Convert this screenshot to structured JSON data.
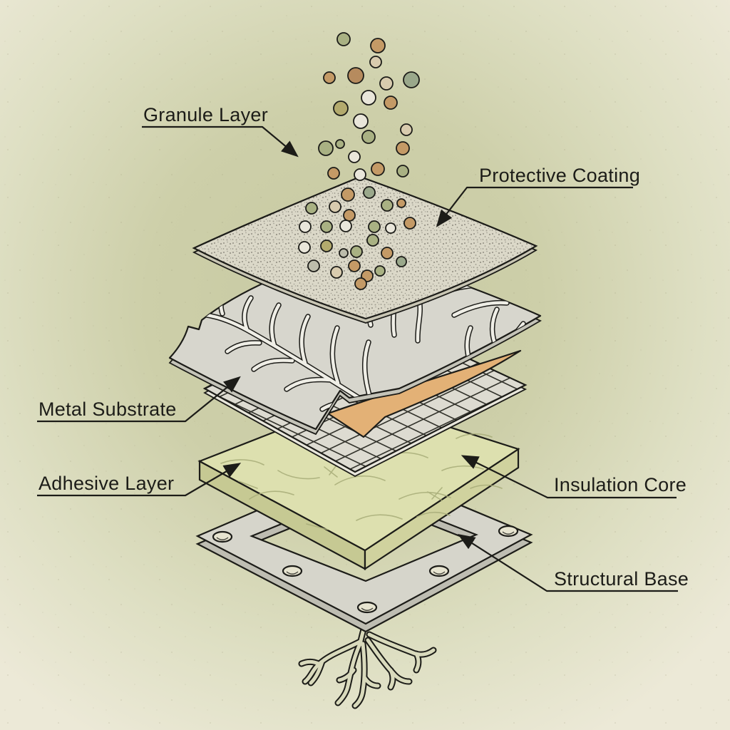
{
  "title": "Layered material exploded diagram",
  "labels": {
    "granule": {
      "text": "Granule Layer"
    },
    "protective": {
      "text": "Protective Coating"
    },
    "metal": {
      "text": "Metal Substrate"
    },
    "adhesive": {
      "text": "Adhesive Layer"
    },
    "insulation": {
      "text": "Insulation Core"
    },
    "structural": {
      "text": "Structural Base"
    }
  },
  "colors": {
    "ink": "#1c1c18",
    "paper_edge": "#ece9d7",
    "glow_center": "#c7c9a2",
    "coating_fill": "#dbd8c8",
    "coating_side": "#c9c6b4",
    "substrate_fill": "#d7d6cd",
    "substrate_side": "#c4c3b8",
    "vein_fill": "#efeee6",
    "mesh_fill": "#dddbd1",
    "mesh_side": "#e9e7dc",
    "mesh_grid": "#32322b",
    "adhesive_orange": "#e3b176",
    "insulation_fill": "#dde0af",
    "insulation_side_left": "#c6c993",
    "insulation_side_right": "#d0d29e",
    "fiber": "#a7ab78",
    "base_fill": "#d6d5cb",
    "base_side": "#bebdb2",
    "hole_fill": "#e7e4d0",
    "root_fill": "#d9dabc"
  },
  "granules": {
    "palette": [
      "#c49a66",
      "#a9b183",
      "#d8cbae",
      "#9aa88b",
      "#e9e6da",
      "#b3aa6d",
      "#b68b5e",
      "#bcbcab"
    ],
    "falling": [
      [
        482,
        55,
        9,
        1
      ],
      [
        530,
        64,
        10,
        0
      ],
      [
        527,
        87,
        8,
        2
      ],
      [
        462,
        109,
        8,
        0
      ],
      [
        499,
        106,
        11,
        6
      ],
      [
        542,
        117,
        9,
        2
      ],
      [
        577,
        112,
        11,
        3
      ],
      [
        517,
        137,
        10,
        4
      ],
      [
        548,
        144,
        9,
        0
      ],
      [
        478,
        152,
        10,
        5
      ],
      [
        506,
        170,
        10,
        4
      ],
      [
        570,
        182,
        8,
        2
      ],
      [
        517,
        192,
        9,
        1
      ],
      [
        457,
        208,
        10,
        1
      ],
      [
        477,
        202,
        6,
        1
      ],
      [
        497,
        220,
        8,
        4
      ],
      [
        565,
        208,
        9,
        0
      ],
      [
        530,
        237,
        9,
        0
      ],
      [
        565,
        240,
        8,
        1
      ],
      [
        468,
        243,
        8,
        0
      ],
      [
        505,
        245,
        8,
        4
      ]
    ],
    "surface": [
      [
        488,
        273,
        9,
        0
      ],
      [
        518,
        270,
        8,
        3
      ],
      [
        437,
        292,
        8,
        1
      ],
      [
        470,
        290,
        8,
        2
      ],
      [
        490,
        302,
        8,
        0
      ],
      [
        543,
        288,
        8,
        1
      ],
      [
        563,
        285,
        6,
        0
      ],
      [
        428,
        318,
        8,
        4
      ],
      [
        458,
        318,
        8,
        1
      ],
      [
        485,
        317,
        8,
        4
      ],
      [
        525,
        318,
        8,
        1
      ],
      [
        548,
        320,
        7,
        4
      ],
      [
        575,
        313,
        8,
        0
      ],
      [
        523,
        337,
        8,
        1
      ],
      [
        427,
        347,
        8,
        4
      ],
      [
        458,
        345,
        8,
        5
      ],
      [
        482,
        355,
        6,
        7
      ],
      [
        500,
        353,
        8,
        1
      ],
      [
        543,
        355,
        8,
        0
      ],
      [
        563,
        367,
        7,
        3
      ],
      [
        440,
        373,
        8,
        7
      ],
      [
        472,
        382,
        8,
        2
      ],
      [
        497,
        373,
        8,
        0
      ],
      [
        515,
        387,
        8,
        0
      ],
      [
        533,
        380,
        7,
        1
      ],
      [
        506,
        398,
        8,
        0
      ]
    ]
  }
}
